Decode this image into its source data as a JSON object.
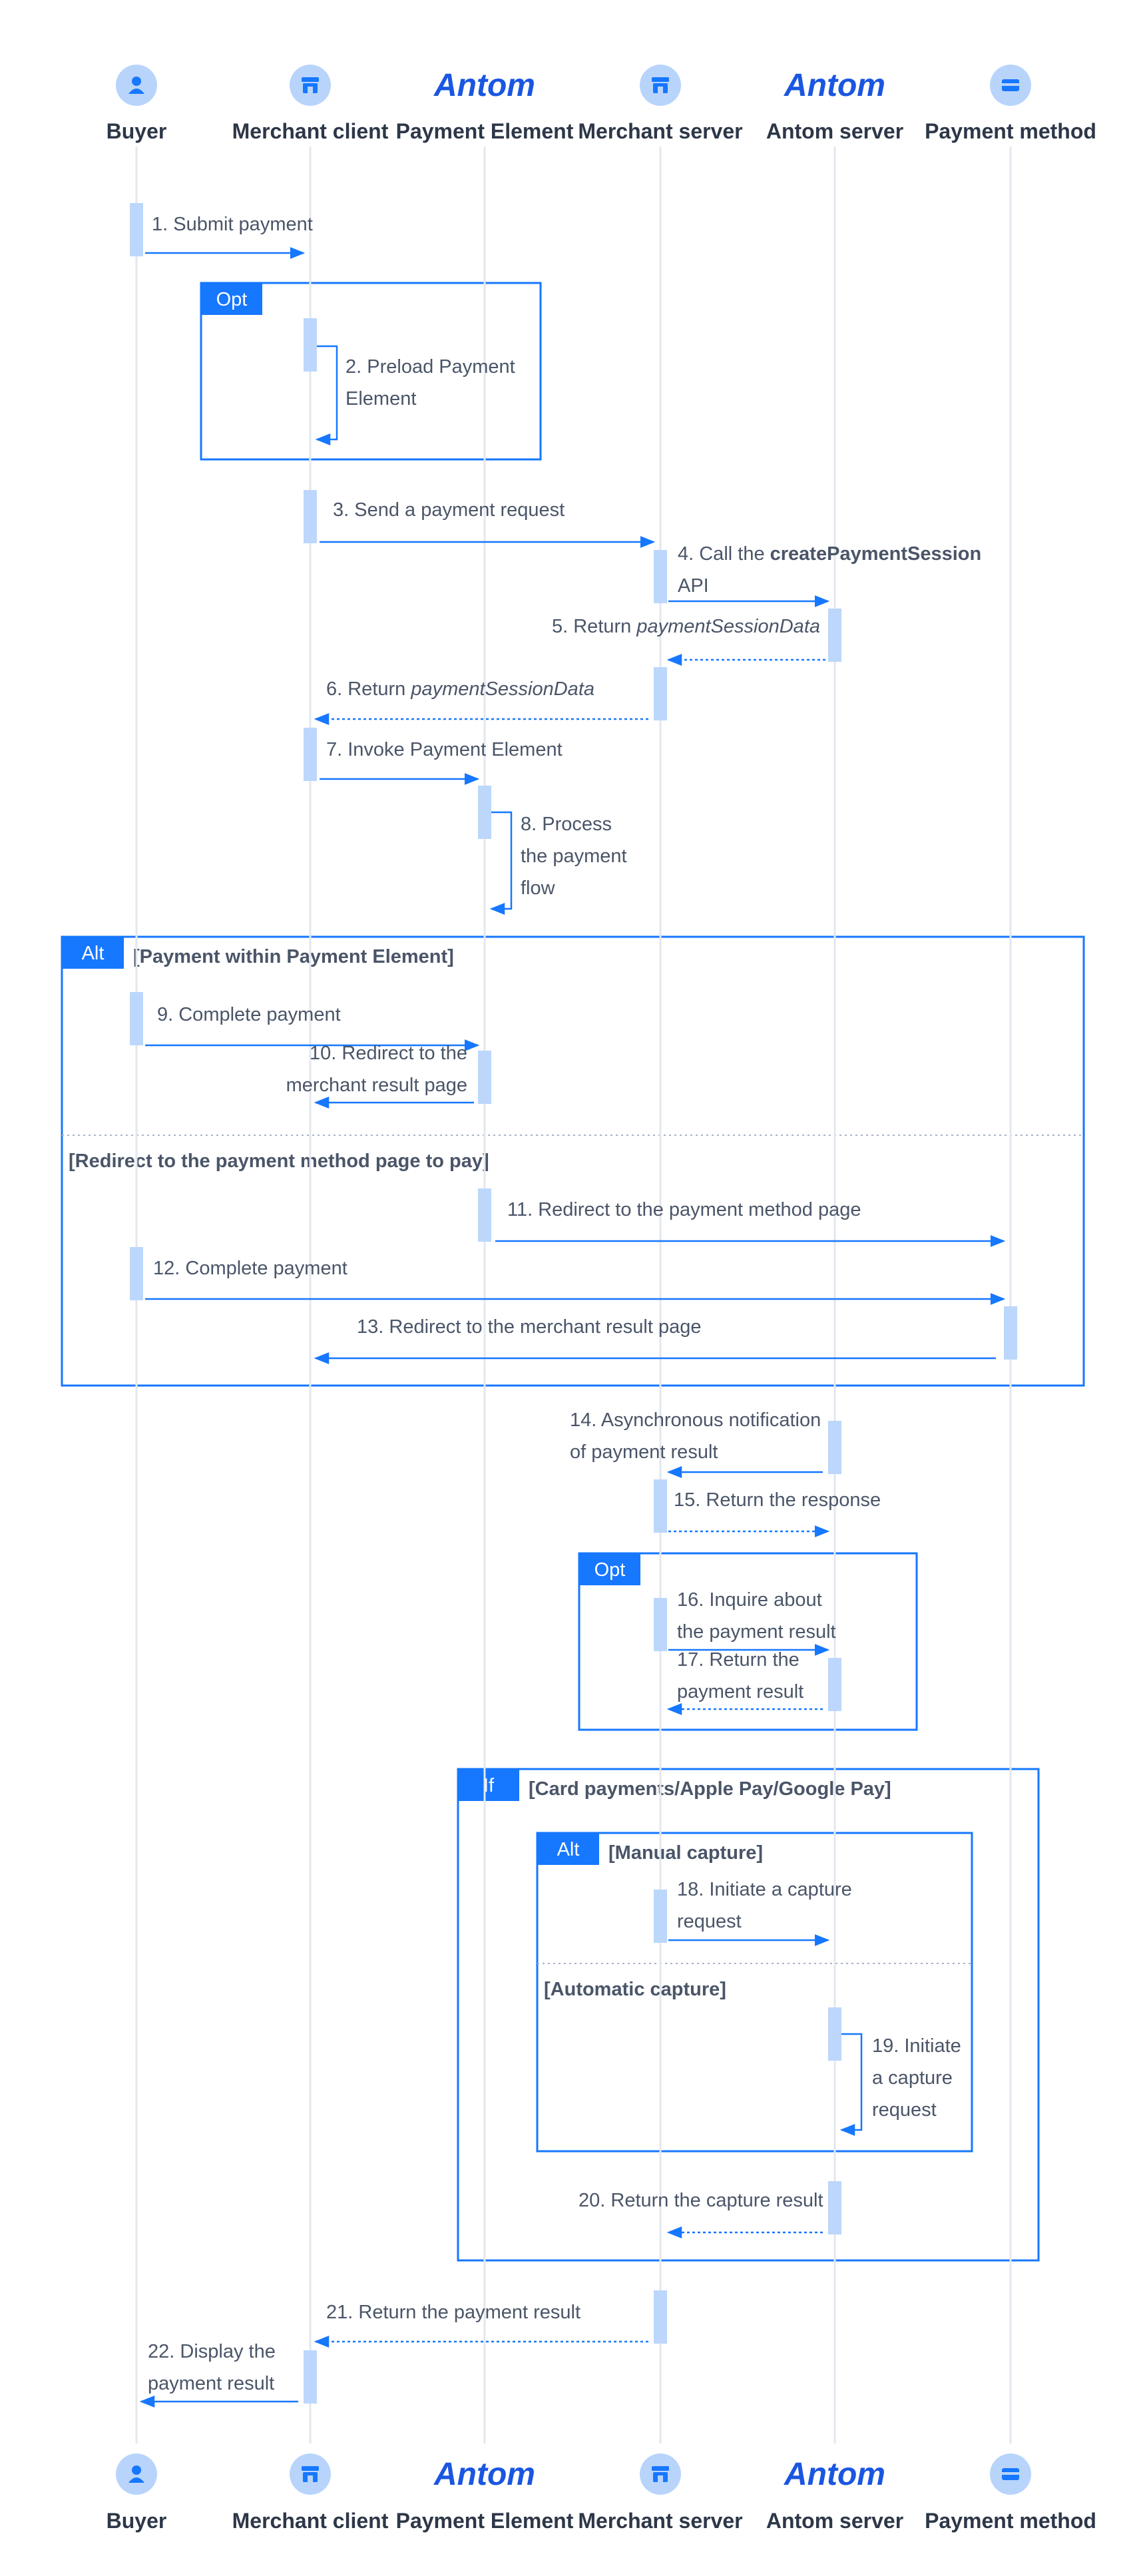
{
  "participants": [
    {
      "key": "buyer",
      "label": "Buyer",
      "icon": "user-icon"
    },
    {
      "key": "merchant_client",
      "label": "Merchant client",
      "icon": "store-icon"
    },
    {
      "key": "payment_element",
      "label": "Payment Element",
      "icon": "antom-logo",
      "logo_text": "Antom"
    },
    {
      "key": "merchant_server",
      "label": "Merchant server",
      "icon": "store-icon"
    },
    {
      "key": "antom_server",
      "label": "Antom server",
      "icon": "antom-logo",
      "logo_text": "Antom"
    },
    {
      "key": "payment_method",
      "label": "Payment method",
      "icon": "card-icon"
    }
  ],
  "messages": [
    {
      "n": 1,
      "lines": [
        [
          {
            "t": "1. Submit payment"
          }
        ]
      ]
    },
    {
      "n": 2,
      "lines": [
        [
          {
            "t": "2. Preload Payment"
          }
        ],
        [
          {
            "t": "Element"
          }
        ]
      ]
    },
    {
      "n": 3,
      "lines": [
        [
          {
            "t": "3. Send a payment request"
          }
        ]
      ]
    },
    {
      "n": 4,
      "lines": [
        [
          {
            "t": "4. Call the "
          },
          {
            "t": "createPaymentSession",
            "b": true
          }
        ],
        [
          {
            "t": "API"
          }
        ]
      ]
    },
    {
      "n": 5,
      "lines": [
        [
          {
            "t": "5. Return "
          },
          {
            "t": "paymentSessionData",
            "i": true
          }
        ]
      ]
    },
    {
      "n": 6,
      "lines": [
        [
          {
            "t": "6. Return "
          },
          {
            "t": "paymentSessionData",
            "i": true
          }
        ]
      ]
    },
    {
      "n": 7,
      "lines": [
        [
          {
            "t": "7. Invoke Payment Element"
          }
        ]
      ]
    },
    {
      "n": 8,
      "lines": [
        [
          {
            "t": "8. Process"
          }
        ],
        [
          {
            "t": "the payment"
          }
        ],
        [
          {
            "t": "flow"
          }
        ]
      ]
    },
    {
      "n": 9,
      "lines": [
        [
          {
            "t": "9. Complete payment"
          }
        ]
      ]
    },
    {
      "n": 10,
      "lines": [
        [
          {
            "t": "10. Redirect to the"
          }
        ],
        [
          {
            "t": "merchant result page"
          }
        ]
      ]
    },
    {
      "n": 11,
      "lines": [
        [
          {
            "t": "11. Redirect to the payment method page"
          }
        ]
      ]
    },
    {
      "n": 12,
      "lines": [
        [
          {
            "t": "12. Complete payment"
          }
        ]
      ]
    },
    {
      "n": 13,
      "lines": [
        [
          {
            "t": "13. Redirect to the merchant result page"
          }
        ]
      ]
    },
    {
      "n": 14,
      "lines": [
        [
          {
            "t": "14. Asynchronous notification"
          }
        ],
        [
          {
            "t": "of payment result"
          }
        ]
      ]
    },
    {
      "n": 15,
      "lines": [
        [
          {
            "t": "15. Return the response"
          }
        ]
      ]
    },
    {
      "n": 16,
      "lines": [
        [
          {
            "t": "16. Inquire about"
          }
        ],
        [
          {
            "t": "the payment result"
          }
        ]
      ]
    },
    {
      "n": 17,
      "lines": [
        [
          {
            "t": "17. Return the"
          }
        ],
        [
          {
            "t": "payment result"
          }
        ]
      ]
    },
    {
      "n": 18,
      "lines": [
        [
          {
            "t": "18. Initiate a capture"
          }
        ],
        [
          {
            "t": "request"
          }
        ]
      ]
    },
    {
      "n": 19,
      "lines": [
        [
          {
            "t": "19. Initiate"
          }
        ],
        [
          {
            "t": "a capture"
          }
        ],
        [
          {
            "t": "request"
          }
        ]
      ]
    },
    {
      "n": 20,
      "lines": [
        [
          {
            "t": "20. Return the capture result"
          }
        ]
      ]
    },
    {
      "n": 21,
      "lines": [
        [
          {
            "t": "21. Return the payment result"
          }
        ]
      ]
    },
    {
      "n": 22,
      "lines": [
        [
          {
            "t": "22. Display the"
          }
        ],
        [
          {
            "t": "payment result"
          }
        ]
      ]
    }
  ],
  "fragments": [
    {
      "key": "opt1",
      "tag": "Opt"
    },
    {
      "key": "alt1",
      "tag": "Alt",
      "condition": "[Payment within Payment Element]",
      "else_condition": "[Redirect to the payment method page to pay]"
    },
    {
      "key": "opt2",
      "tag": "Opt"
    },
    {
      "key": "if1",
      "tag": "If",
      "condition": "[Card payments/Apple Pay/Google Pay]"
    },
    {
      "key": "alt2",
      "tag": "Alt",
      "condition": "[Manual capture]",
      "else_condition": "[Automatic capture]"
    }
  ],
  "colors": {
    "accent": "#1677ff",
    "activation": "#bcd7fb",
    "lifeline": "#e3e7ee",
    "icon_bg": "#b8d4fb",
    "text": "#4a5568",
    "title": "#2d3748"
  }
}
